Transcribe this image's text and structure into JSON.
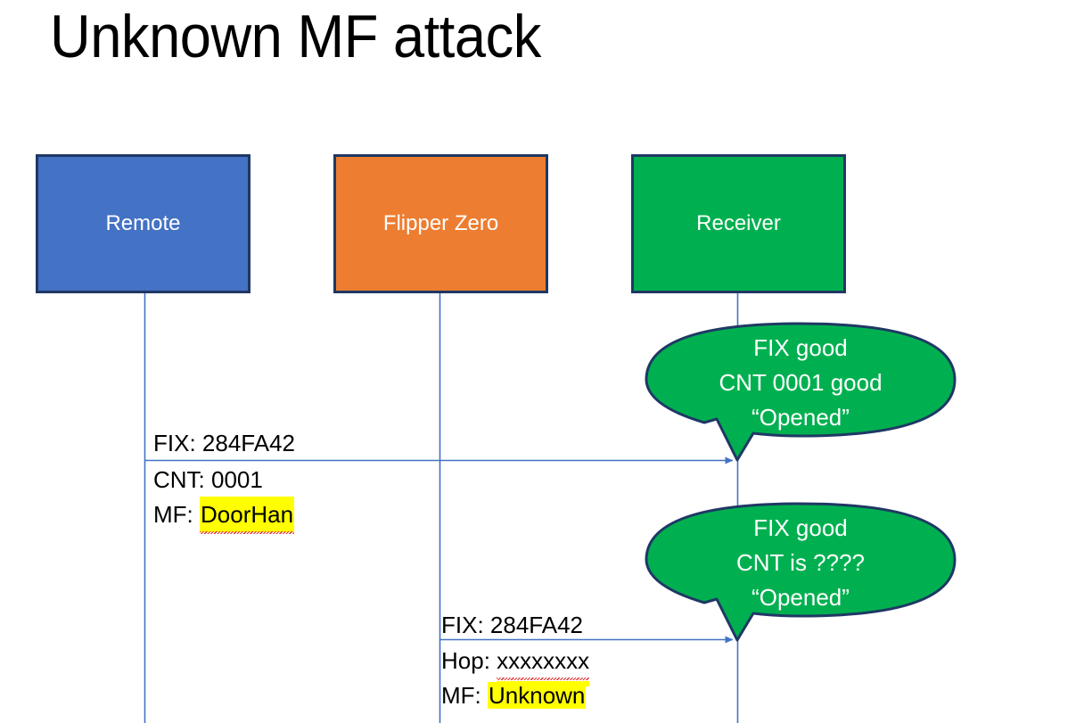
{
  "slide": {
    "title": "Unknown MF attack",
    "background": "#FFFFFF"
  },
  "colors": {
    "remote_fill": "#4472C4",
    "flipper_fill": "#ED7D31",
    "receiver_fill": "#00B050",
    "box_border": "#1F3864",
    "lifeline": "#4472C4",
    "highlight": "#FFFF00",
    "spellcheck_underline": "#E03030"
  },
  "actors": [
    {
      "id": "remote",
      "label": "Remote"
    },
    {
      "id": "flipper",
      "label": "Flipper Zero"
    },
    {
      "id": "receiver",
      "label": "Receiver"
    }
  ],
  "messages": [
    {
      "id": "msg1",
      "from": "remote",
      "to": "receiver",
      "line1": "FIX: 284FA42",
      "line2": "CNT: 0001",
      "line3_label": "MF: ",
      "line3_value": "DoorHan"
    },
    {
      "id": "msg2",
      "from": "flipper",
      "to": "receiver",
      "line1": "FIX: 284FA42",
      "line2_label": "Hop: ",
      "line2_value": "xxxxxxxx",
      "line3_label": "MF: ",
      "line3_value": "Unknown"
    }
  ],
  "balloons": [
    {
      "id": "balloon1",
      "line1": "FIX good",
      "line2": "CNT 0001 good",
      "line3": "“Opened”"
    },
    {
      "id": "balloon2",
      "line1": "FIX good",
      "line2": "CNT is ????",
      "line3": "“Opened”"
    }
  ]
}
